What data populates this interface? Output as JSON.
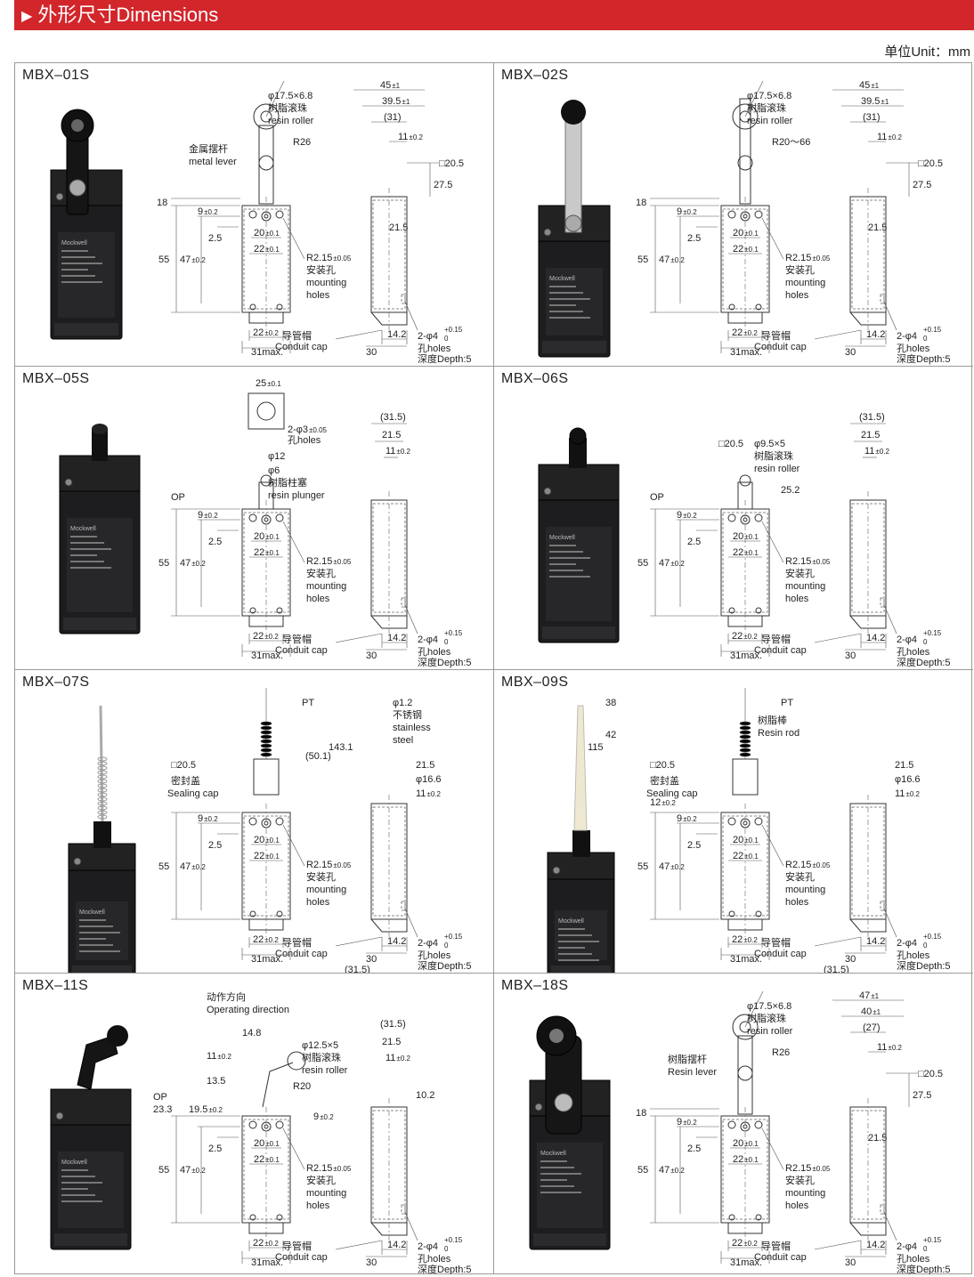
{
  "header": {
    "title": "外形尺寸Dimensions",
    "unit": "单位Unit：mm"
  },
  "brand": "Mockwell",
  "cells": [
    {
      "model": "MBX–01S",
      "labels": {
        "roller_d": "φ17.5×6.8",
        "roller_cn": "树脂滚珠",
        "roller_en": "resin roller",
        "lever_cn": "金属摆杆",
        "lever_en": "metal lever",
        "r": "R26",
        "w1": "45",
        "w2": "39.5",
        "w3": "(31)",
        "w4": "11",
        "sq": "□20.5",
        "h1": "27.5",
        "w5": "21.5",
        "v18": "18",
        "v9": "9",
        "v25": "2.5",
        "v55": "55",
        "v47": "47",
        "v20": "20",
        "v22": "22",
        "r215": "R2.15",
        "r215_tol": "±0.05",
        "mount_cn": "安装孔",
        "mount_en1": "mounting",
        "mount_en2": "holes",
        "cap_cn": "导管帽",
        "cap_en": "Conduit cap",
        "b22": "22",
        "b31": "31max.",
        "b142": "14.2",
        "b30": "30",
        "holes": "2-φ4",
        "holes_cn": "孔holes",
        "depth": "深度Depth:5"
      }
    },
    {
      "model": "MBX–02S",
      "labels": {
        "roller_d": "φ17.5×6.8",
        "roller_cn": "树脂滚珠",
        "roller_en": "resin roller",
        "r": "R20～66",
        "w1": "45",
        "w2": "39.5",
        "w3": "(31)",
        "w4": "11",
        "sq": "□20.5",
        "h1": "27.5",
        "w5": "21.5",
        "v18": "18",
        "v9": "9",
        "v25": "2.5",
        "v55": "55",
        "v47": "47",
        "v20": "20",
        "v22": "22",
        "r215": "R2.15",
        "r215_tol": "±0.05",
        "mount_cn": "安装孔",
        "mount_en1": "mounting",
        "mount_en2": "holes",
        "cap_cn": "导管帽",
        "cap_en": "Conduit cap",
        "b22": "22",
        "b31": "31max.",
        "b142": "14.2",
        "b30": "30",
        "holes": "2-φ4",
        "holes_cn": "孔holes",
        "depth": "深度Depth:5"
      }
    },
    {
      "model": "MBX–05S",
      "labels": {
        "w25": "25",
        "holes_top": "2-φ3",
        "holes_top_cn": "孔holes",
        "d12": "φ12",
        "d6": "φ6",
        "plunger_cn": "树脂柱塞",
        "plunger_en": "resin plunger",
        "op": "OP",
        "w3": "(31.5)",
        "w5": "21.5",
        "w4": "11",
        "v9": "9",
        "v25": "2.5",
        "v55": "55",
        "v47": "47",
        "v20": "20",
        "v22": "22",
        "r215": "R2.15",
        "r215_tol": "±0.05",
        "mount_cn": "安装孔",
        "mount_en1": "mounting",
        "mount_en2": "holes",
        "cap_cn": "导管帽",
        "cap_en": "Conduit cap",
        "b22": "22",
        "b31": "31max.",
        "b142": "14.2",
        "b30": "30",
        "holes": "2-φ4",
        "holes_cn": "孔holes",
        "depth": "深度Depth:5"
      }
    },
    {
      "model": "MBX–06S",
      "labels": {
        "sq": "□20.5",
        "roller_d": "φ9.5×5",
        "roller_cn": "树脂滚珠",
        "roller_en": "resin roller",
        "op": "OP",
        "v252": "25.2",
        "w3": "(31.5)",
        "w5": "21.5",
        "w4": "11",
        "v9": "9",
        "v25": "2.5",
        "v55": "55",
        "v47": "47",
        "v20": "20",
        "v22": "22",
        "r215": "R2.15",
        "r215_tol": "±0.05",
        "mount_cn": "安装孔",
        "mount_en1": "mounting",
        "mount_en2": "holes",
        "cap_cn": "导管帽",
        "cap_en": "Conduit cap",
        "b22": "22",
        "b31": "31max.",
        "b142": "14.2",
        "b30": "30",
        "holes": "2-φ4",
        "holes_cn": "孔holes",
        "depth": "深度Depth:5"
      }
    },
    {
      "model": "MBX–07S",
      "labels": {
        "pt": "PT",
        "d12": "φ1.2",
        "steel_cn": "不锈钢",
        "steel_en1": "stainless",
        "steel_en2": "steel",
        "sq": "□20.5",
        "v501": "(50.1)",
        "v1431": "143.1",
        "seal_cn": "密封盖",
        "seal_en": "Sealing cap",
        "w5": "21.5",
        "d166": "φ16.6",
        "w4": "11",
        "v9": "9",
        "v25": "2.5",
        "v55": "55",
        "v47": "47",
        "v20": "20",
        "v22": "22",
        "r215": "R2.15",
        "r215_tol": "±0.05",
        "mount_cn": "安装孔",
        "mount_en1": "mounting",
        "mount_en2": "holes",
        "cap_cn": "导管帽",
        "cap_en": "Conduit cap",
        "b22": "22",
        "b31": "31max.",
        "b142": "14.2",
        "b30": "30",
        "b315": "(31.5)",
        "holes": "2-φ4",
        "holes_cn": "孔holes",
        "depth": "深度Depth:5"
      }
    },
    {
      "model": "MBX–09S",
      "labels": {
        "pt": "PT",
        "rod_cn": "树脂棒",
        "rod_en": "Resin rod",
        "v38": "38",
        "v42": "42",
        "v115": "115",
        "sq": "□20.5",
        "seal_cn": "密封盖",
        "seal_en": "Sealing cap",
        "w5": "21.5",
        "d166": "φ16.6",
        "w4": "11",
        "v12": "12",
        "v9": "9",
        "v25": "2.5",
        "v55": "55",
        "v47": "47",
        "v20": "20",
        "v22": "22",
        "r215": "R2.15",
        "r215_tol": "±0.05",
        "mount_cn": "安装孔",
        "mount_en1": "mounting",
        "mount_en2": "holes",
        "cap_cn": "导管帽",
        "cap_en": "Conduit cap",
        "b22": "22",
        "b31": "31max.",
        "b142": "14.2",
        "b30": "30",
        "b315": "(31.5)",
        "holes": "2-φ4",
        "holes_cn": "孔holes",
        "depth": "深度Depth:5"
      }
    },
    {
      "model": "MBX–11S",
      "labels": {
        "dir_cn": "动作方向",
        "dir_en": "Operating direction",
        "v148": "14.8",
        "roller_d": "φ12.5×5",
        "roller_cn": "树脂滚珠",
        "roller_en": "resin roller",
        "v11": "11",
        "v135": "13.5",
        "r20": "R20",
        "op": "OP",
        "v233": "23.3",
        "v195": "19.5",
        "w3": "(31.5)",
        "w5": "21.5",
        "w4": "11",
        "v102": "10.2",
        "v9": "9",
        "v25": "2.5",
        "v55": "55",
        "v47": "47",
        "v20": "20",
        "v22": "22",
        "r215": "R2.15",
        "r215_tol": "±0.05",
        "mount_cn": "安装孔",
        "mount_en1": "mounting",
        "mount_en2": "holes",
        "cap_cn": "导管帽",
        "cap_en": "Conduit cap",
        "b22": "22",
        "b31": "31max.",
        "b142": "14.2",
        "b30": "30",
        "holes": "2-φ4",
        "holes_cn": "孔holes",
        "depth": "深度Depth:5"
      }
    },
    {
      "model": "MBX–18S",
      "labels": {
        "roller_d": "φ17.5×6.8",
        "roller_cn": "树脂滚珠",
        "roller_en": "resin roller",
        "lever_cn": "树脂摆杆",
        "lever_en": "Resin lever",
        "r": "R26",
        "w1": "47",
        "w2": "40",
        "w3": "(27)",
        "w4": "11",
        "sq": "□20.5",
        "h1": "27.5",
        "w5": "21.5",
        "v18": "18",
        "v9": "9",
        "v25": "2.5",
        "v55": "55",
        "v47": "47",
        "v20": "20",
        "v22": "22",
        "r215": "R2.15",
        "r215_tol": "±0.05",
        "mount_cn": "安装孔",
        "mount_en1": "mounting",
        "mount_en2": "holes",
        "cap_cn": "导管帽",
        "cap_en": "Conduit cap",
        "b22": "22",
        "b31": "31max.",
        "b142": "14.2",
        "b30": "30",
        "holes": "2-φ4",
        "holes_cn": "孔holes",
        "depth": "深度Depth:5"
      }
    }
  ]
}
